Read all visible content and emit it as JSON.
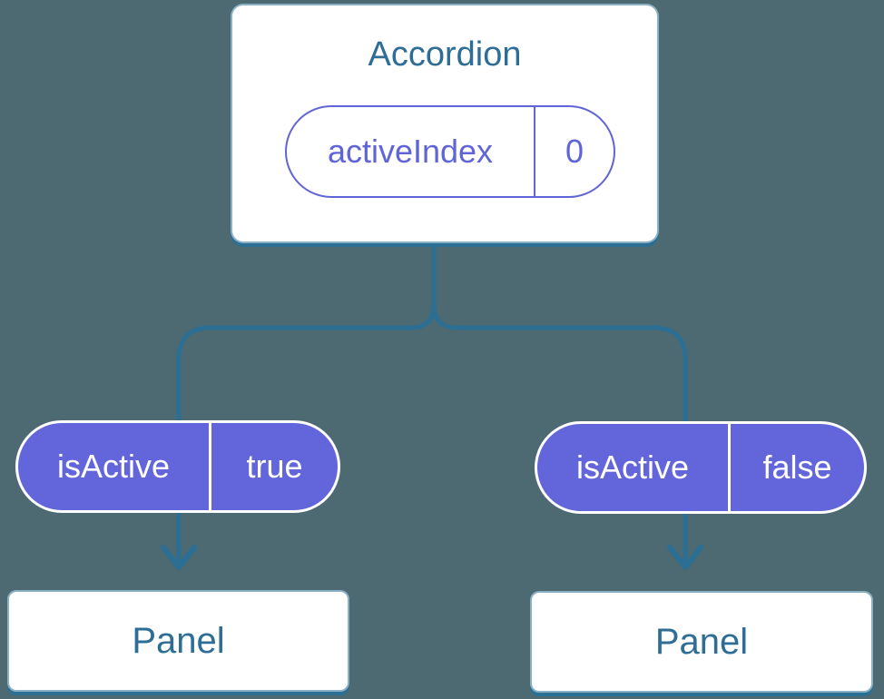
{
  "colors": {
    "background": "#4d6972",
    "line_blue": "#2b6f94",
    "text_blue": "#2d6d96",
    "pill_purple": "#6366da",
    "pill_outline_purple": "#6164d6",
    "pill_text_white": "#ffffff"
  },
  "root_component": {
    "title": "Accordion",
    "state_pill": {
      "name": "activeIndex",
      "value": "0"
    }
  },
  "prop_pills": [
    {
      "name": "isActive",
      "value": "true"
    },
    {
      "name": "isActive",
      "value": "false"
    }
  ],
  "child_components": [
    {
      "title": "Panel"
    },
    {
      "title": "Panel"
    }
  ]
}
